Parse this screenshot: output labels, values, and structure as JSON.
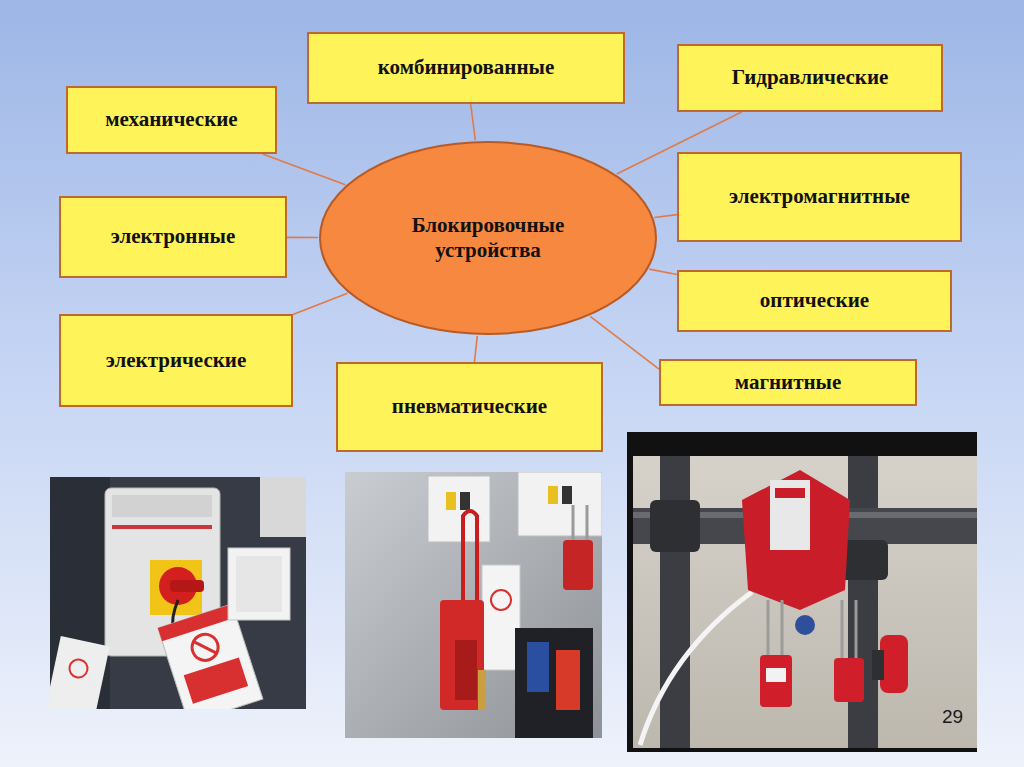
{
  "diagram": {
    "nodes": [
      {
        "text": [
          "Блокировочные устройства"
        ]
      },
      {
        "text": [
          "комбинированные"
        ]
      },
      {
        "text": [
          "Гидравлические"
        ]
      },
      {
        "text": [
          "механические"
        ]
      },
      {
        "text": [
          "электромагнитные"
        ]
      },
      {
        "text": [
          "электронные"
        ]
      },
      {
        "text": [
          "оптические"
        ]
      },
      {
        "text": [
          "электрические"
        ]
      },
      {
        "text": [
          "магнитные"
        ]
      },
      {
        "text": [
          "пневматические"
        ]
      }
    ],
    "edges": [
      {
        "from": 0,
        "to": 1,
        "arrow": "none"
      },
      {
        "from": 0,
        "to": 2,
        "arrow": "none"
      },
      {
        "from": 0,
        "to": 3,
        "arrow": "none"
      },
      {
        "from": 0,
        "to": 4,
        "arrow": "none"
      },
      {
        "from": 0,
        "to": 5,
        "arrow": "none"
      },
      {
        "from": 0,
        "to": 6,
        "arrow": "none"
      },
      {
        "from": 0,
        "to": 7,
        "arrow": "none"
      },
      {
        "from": 0,
        "to": 8,
        "arrow": "none"
      },
      {
        "from": 0,
        "to": 9,
        "arrow": "none"
      }
    ],
    "labels": [
      "29"
    ]
  }
}
